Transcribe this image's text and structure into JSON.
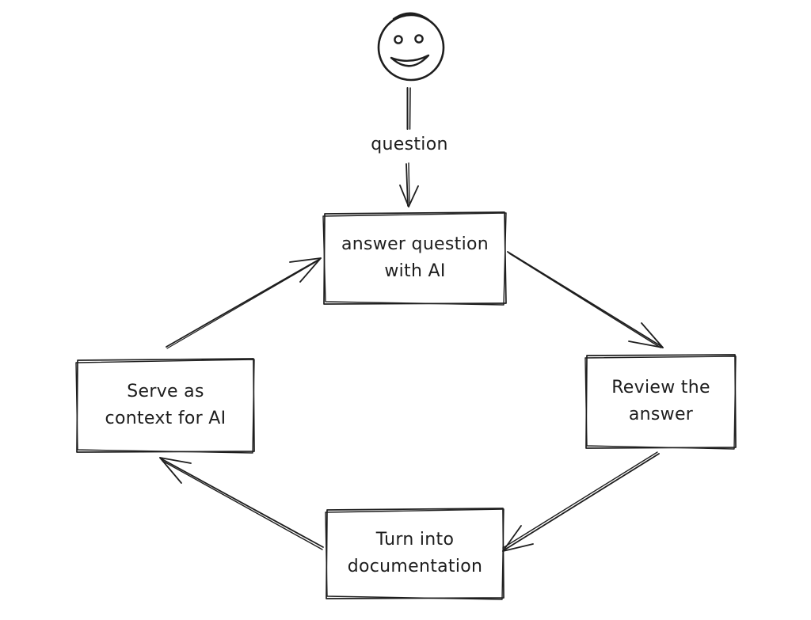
{
  "canvas": {
    "background": "#ffffff",
    "stroke_color": "#1e1e1e"
  },
  "actor": {
    "icon": "smiley-face-icon",
    "description": "hand-drawn smiling person head at top of diagram"
  },
  "nodes": [
    {
      "id": "answer-question-with-ai",
      "lines": [
        "answer question",
        "with AI"
      ],
      "position": "top-center"
    },
    {
      "id": "review-the-answer",
      "lines": [
        "Review the",
        "answer"
      ],
      "position": "right"
    },
    {
      "id": "turn-into-documentation",
      "lines": [
        "Turn into",
        "documentation"
      ],
      "position": "bottom-center"
    },
    {
      "id": "serve-as-context-for-ai",
      "lines": [
        "Serve as",
        "context for AI"
      ],
      "position": "left"
    }
  ],
  "edges": [
    {
      "from": "user",
      "to": "answer-question-with-ai",
      "label": "question"
    },
    {
      "from": "answer-question-with-ai",
      "to": "review-the-answer",
      "label": ""
    },
    {
      "from": "review-the-answer",
      "to": "turn-into-documentation",
      "label": ""
    },
    {
      "from": "turn-into-documentation",
      "to": "serve-as-context-for-ai",
      "label": ""
    },
    {
      "from": "serve-as-context-for-ai",
      "to": "answer-question-with-ai",
      "label": ""
    }
  ]
}
